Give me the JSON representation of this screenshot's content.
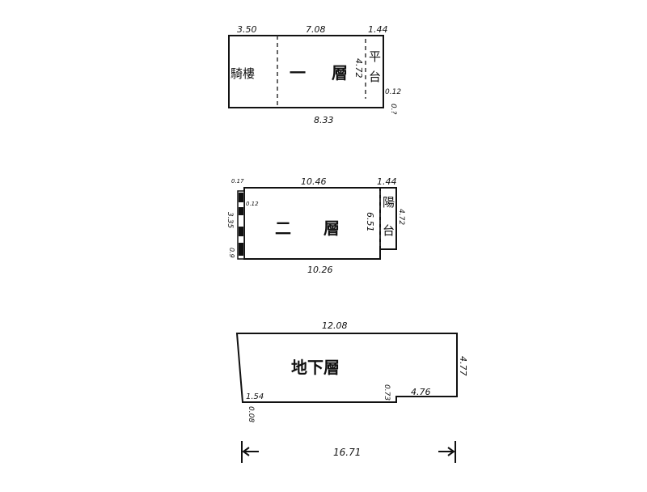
{
  "floor1": {
    "arcade_label": "騎樓",
    "floor_label_1": "一",
    "floor_label_2": "層",
    "platform_label_1": "平",
    "platform_label_2": "台",
    "dim_arcade": "3.50",
    "dim_main": "7.08",
    "dim_platform": "1.44",
    "dim_depth": "4.72",
    "dim_offset": "0.12",
    "dim_bottom": "8.33",
    "dim_small": "0.?"
  },
  "floor2": {
    "floor_label_1": "二",
    "floor_label_2": "層",
    "balcony_label_1": "陽",
    "balcony_label_2": "台",
    "dim_top": "10.46",
    "dim_balcony": "1.44",
    "dim_depth": "6.51",
    "dim_balcony_depth": "4.72",
    "dim_bottom": "10.26",
    "dim_left": "3.35",
    "dim_left_top": "0.17",
    "dim_left_offset": "0.12",
    "dim_left_bottom": "0.9"
  },
  "basement": {
    "label": "地下層",
    "dim_top": "12.08",
    "dim_right": "4.77",
    "dim_step": "0.73",
    "dim_step_width": "4.76",
    "dim_left_bottom": "1.54",
    "dim_corner": "0.08",
    "dim_total": "16.71"
  }
}
